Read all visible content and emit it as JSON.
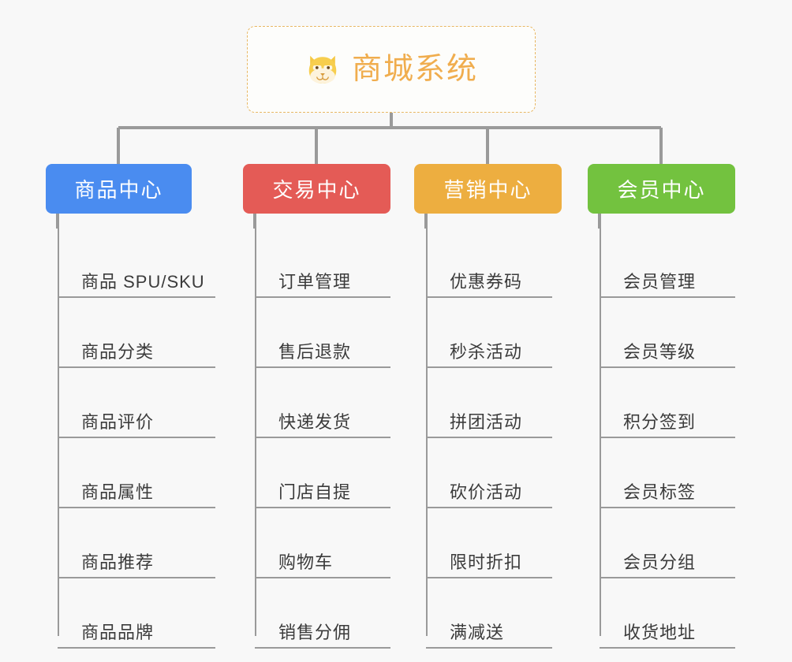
{
  "root": {
    "title": "商城系统",
    "icon": "shiba-inu-dog-emoji",
    "border_color": "#e8b763",
    "text_color": "#f0ad4e"
  },
  "theme": {
    "background": "#f8f8f8",
    "connector_color": "#9a9a9a",
    "leaf_text_color": "#3b3b3b"
  },
  "branches": [
    {
      "label": "商品中心",
      "color": "#4a8cf0",
      "items": [
        {
          "label": "商品 SPU/SKU"
        },
        {
          "label": "商品分类"
        },
        {
          "label": "商品评价"
        },
        {
          "label": "商品属性"
        },
        {
          "label": "商品推荐"
        },
        {
          "label": "商品品牌"
        }
      ]
    },
    {
      "label": "交易中心",
      "color": "#e45b56",
      "items": [
        {
          "label": "订单管理"
        },
        {
          "label": "售后退款"
        },
        {
          "label": "快递发货"
        },
        {
          "label": "门店自提"
        },
        {
          "label": "购物车"
        },
        {
          "label": "销售分佣"
        }
      ]
    },
    {
      "label": "营销中心",
      "color": "#edae40",
      "items": [
        {
          "label": "优惠券码"
        },
        {
          "label": "秒杀活动"
        },
        {
          "label": "拼团活动"
        },
        {
          "label": "砍价活动"
        },
        {
          "label": "限时折扣"
        },
        {
          "label": "满减送"
        }
      ]
    },
    {
      "label": "会员中心",
      "color": "#73c23f",
      "items": [
        {
          "label": "会员管理"
        },
        {
          "label": "会员等级"
        },
        {
          "label": "积分签到"
        },
        {
          "label": "会员标签"
        },
        {
          "label": "会员分组"
        },
        {
          "label": "收货地址"
        }
      ]
    }
  ]
}
